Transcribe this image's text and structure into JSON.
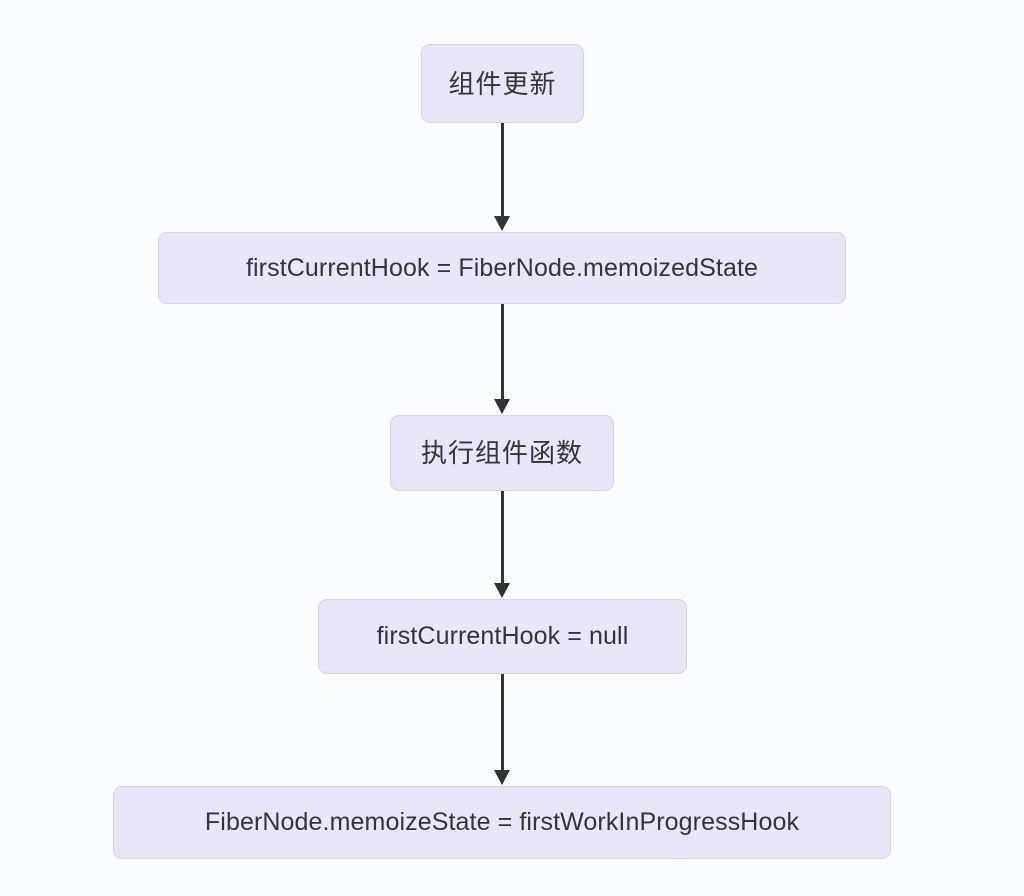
{
  "diagram": {
    "type": "flowchart",
    "direction": "top-to-bottom",
    "background_color": "#fafbfc",
    "node_fill_color": "#e8e6f8",
    "node_border_color": "#d6d2f0",
    "node_text_color": "#353535",
    "edge_color": "#333333",
    "nodes": [
      {
        "id": "n0",
        "label": "组件更新",
        "script": "cjk"
      },
      {
        "id": "n1",
        "label": "firstCurrentHook = FiberNode.memoizedState",
        "script": "latin"
      },
      {
        "id": "n2",
        "label": "执行组件函数",
        "script": "cjk"
      },
      {
        "id": "n3",
        "label": "firstCurrentHook = null",
        "script": "latin"
      },
      {
        "id": "n4",
        "label": "FiberNode.memoizeState = firstWorkInProgressHook",
        "script": "latin"
      }
    ],
    "edges": [
      {
        "id": "e0",
        "from": "n0",
        "to": "n1",
        "arrowhead": "solid-triangle",
        "label": ""
      },
      {
        "id": "e1",
        "from": "n1",
        "to": "n2",
        "arrowhead": "solid-triangle",
        "label": ""
      },
      {
        "id": "e2",
        "from": "n2",
        "to": "n3",
        "arrowhead": "solid-triangle",
        "label": ""
      },
      {
        "id": "e3",
        "from": "n3",
        "to": "n4",
        "arrowhead": "solid-triangle",
        "label": ""
      }
    ]
  }
}
